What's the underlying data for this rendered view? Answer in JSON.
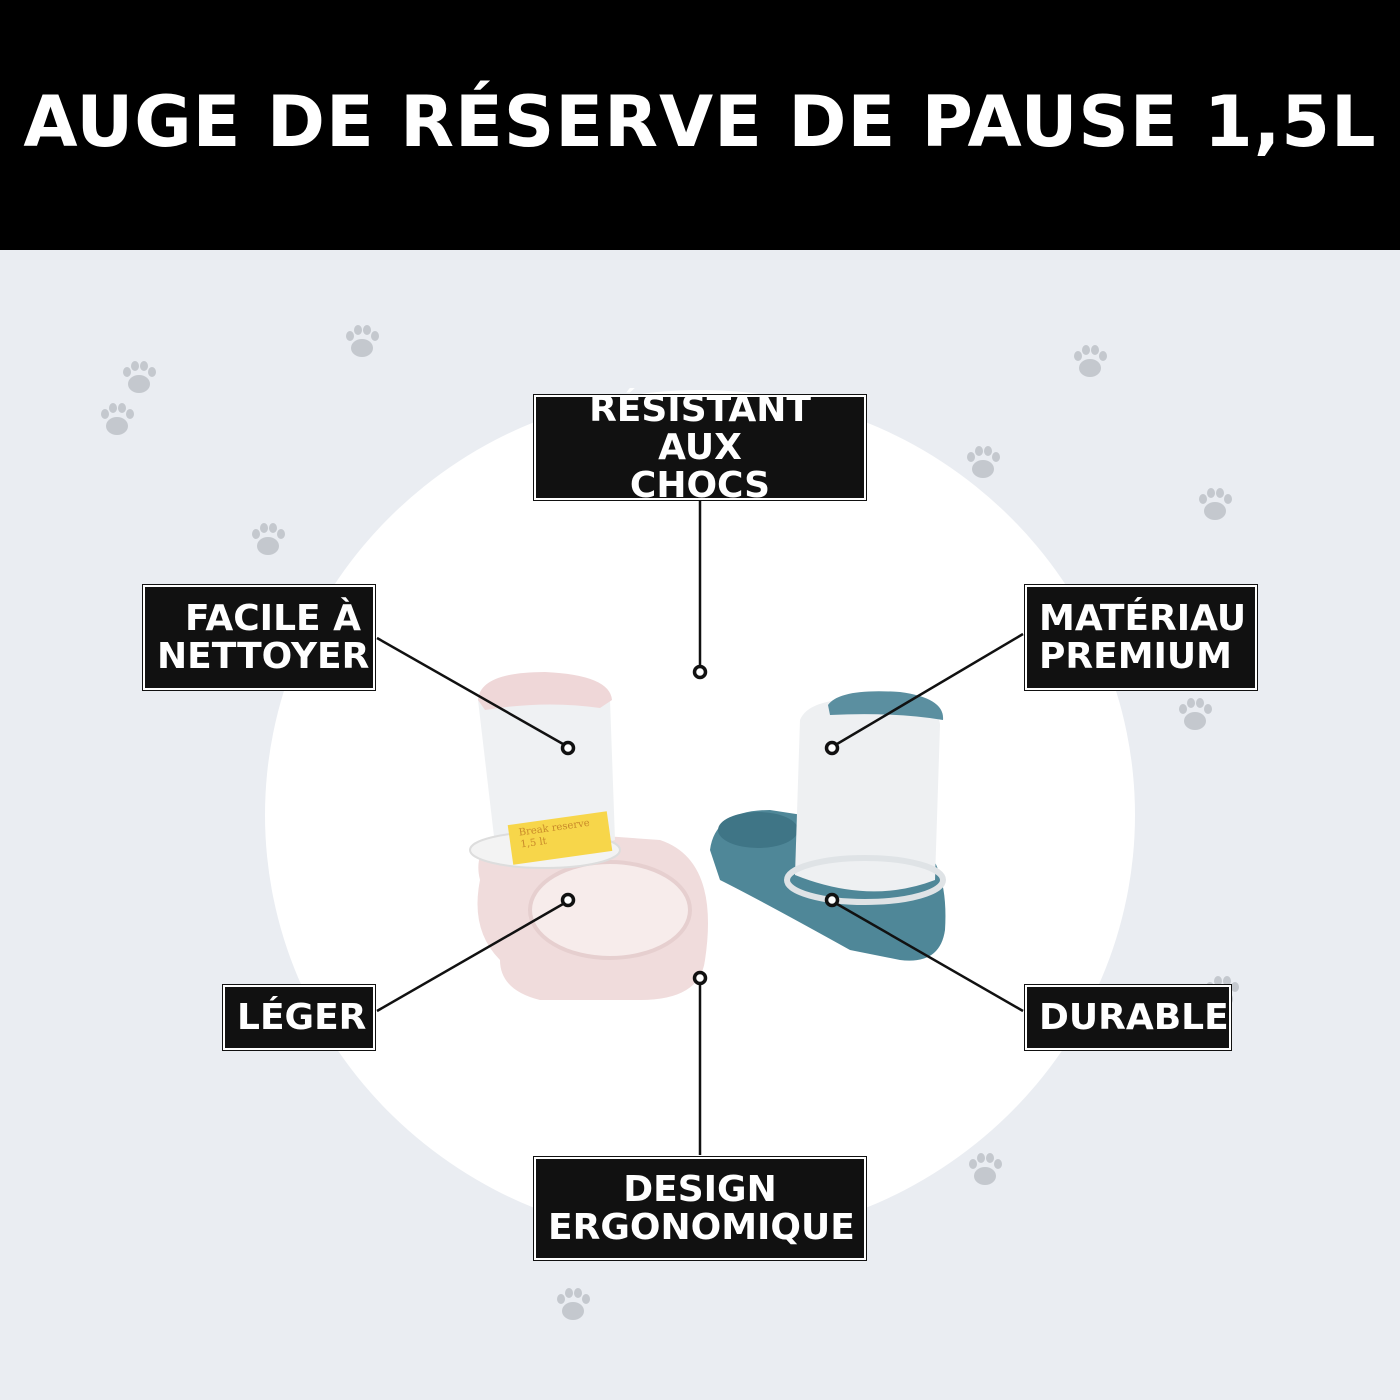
{
  "title": "AUGE DE RÉSERVE DE PAUSE 1,5L",
  "features": {
    "top": [
      "RÉSISTANT AUX",
      "CHOCS"
    ],
    "top_left": [
      "FACILE À",
      "NETTOYER"
    ],
    "top_right": [
      "MATÉRIAU",
      "PREMIUM"
    ],
    "bottom_left": [
      "LÉGER"
    ],
    "bottom_right": [
      "DURABLE"
    ],
    "bottom": [
      "DESIGN",
      "ERGONOMIQUE"
    ]
  },
  "product_label": [
    "Break reserve",
    "1,5 lt"
  ],
  "colors": {
    "header": "#000000",
    "background": "#eaedf2",
    "pink": "#f0dcdc",
    "teal": "#4f8798"
  }
}
